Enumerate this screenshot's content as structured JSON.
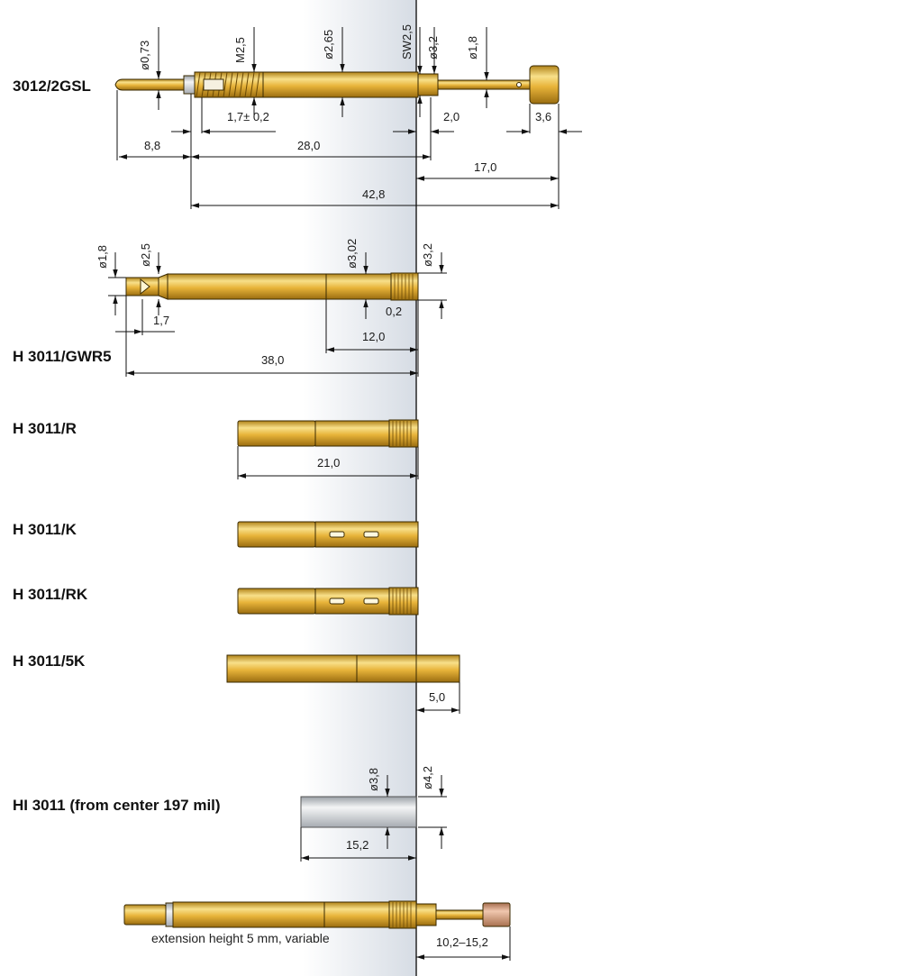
{
  "products": [
    {
      "label": "3012/2GSL"
    },
    {
      "label": "H 3011/GWR5"
    },
    {
      "label": "H 3011/R"
    },
    {
      "label": "H 3011/K"
    },
    {
      "label": "H 3011/RK"
    },
    {
      "label": "H 3011/5K"
    },
    {
      "label": "HI 3011 (from center 197 mil)"
    }
  ],
  "dims": {
    "d073": "ø0,73",
    "m25": "M2,5",
    "d265": "ø2,65",
    "sw25": "SW2,5",
    "d32a": "ø3,2",
    "d18a": "ø1,8",
    "t17": "1,7± 0,2",
    "l20": "2,0",
    "l36": "3,6",
    "l88": "8,8",
    "l280": "28,0",
    "l170": "17,0",
    "l428": "42,8",
    "d18b": "ø1,8",
    "d25b": "ø2,5",
    "d302": "ø3,02",
    "d32b": "ø3,2",
    "l17b": "1,7",
    "l02": "0,2",
    "l120": "12,0",
    "l380": "38,0",
    "l210": "21,0",
    "l50": "5,0",
    "d38": "ø3,8",
    "d42": "ø4,2",
    "l152": "15,2",
    "l102": "10,2–15,2"
  },
  "note": "extension height 5 mm, variable",
  "colors": {
    "gold": "#e8b43a",
    "gold_light": "#f8e08a",
    "gold_dark": "#a97a14",
    "copper": "#d9a384",
    "center_band": "#dfe4ea"
  }
}
